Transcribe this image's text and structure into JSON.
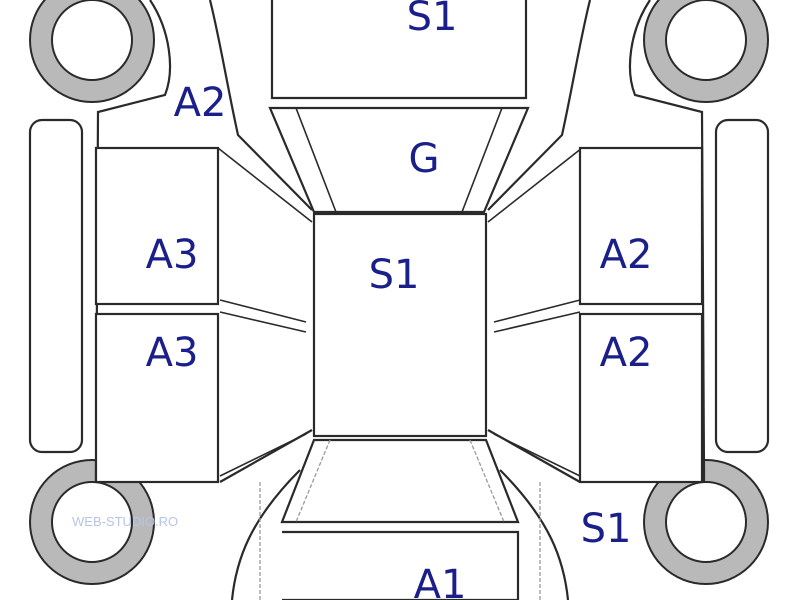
{
  "diagram": {
    "labels": {
      "roof": "S1",
      "hood_top": "S1",
      "windshield": "G",
      "front_left_fender": "A2",
      "left_front_door": "A3",
      "left_rear_door": "A3",
      "right_front_door": "A2",
      "right_rear_door": "A2",
      "rear_right_quarter": "S1",
      "trunk": "A1"
    },
    "watermark": "WEB-STUDIO.RO",
    "colors": {
      "label": "#1b1f8a",
      "outline": "#2a2a2a",
      "tyre": "#b9b9b9"
    }
  }
}
